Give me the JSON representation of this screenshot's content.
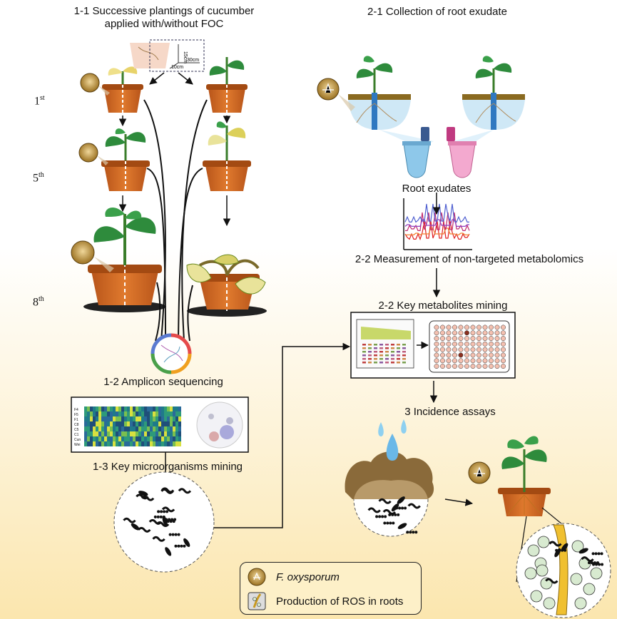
{
  "titles": {
    "plantings": "1-1 Successive plantings of cucumber",
    "plantings_sub": "applied with/without FOC",
    "collection": "2-1 Collection of root exudate",
    "root_exudates": "Root exudates",
    "metabolomics": "2-2 Measurement of non-targeted metabolomics",
    "key_metabolites": "2-2 Key metabolites mining",
    "amplicon": "1-2 Amplicon sequencing",
    "key_microbes": "1-3 Key microorganisms mining",
    "incidence": "3 Incidence assays"
  },
  "planting_rounds": [
    {
      "num": "1",
      "suffix": "st"
    },
    {
      "num": "5",
      "suffix": "th"
    },
    {
      "num": "8",
      "suffix": "th"
    }
  ],
  "pot_dims": {
    "depth": "15cm",
    "width": "30cm",
    "width2": "10cm"
  },
  "heatmap_rows": [
    "F4",
    "F5",
    "F1",
    "C8",
    "C5",
    "C1",
    "Cun",
    "Wei"
  ],
  "legend": {
    "foc_label": "F. oxysporum",
    "ros_label": "Production of ROS in roots"
  },
  "colors": {
    "pot": "#d2691e",
    "pot_dark": "#a34a12",
    "soil": "#c9a227",
    "leaf": "#2e8b3c",
    "leaf_sick": "#e9e39a",
    "fungus": "#c8a14a",
    "tube_blue": "#8ec8ea",
    "tube_pink": "#f3a9cf"
  }
}
